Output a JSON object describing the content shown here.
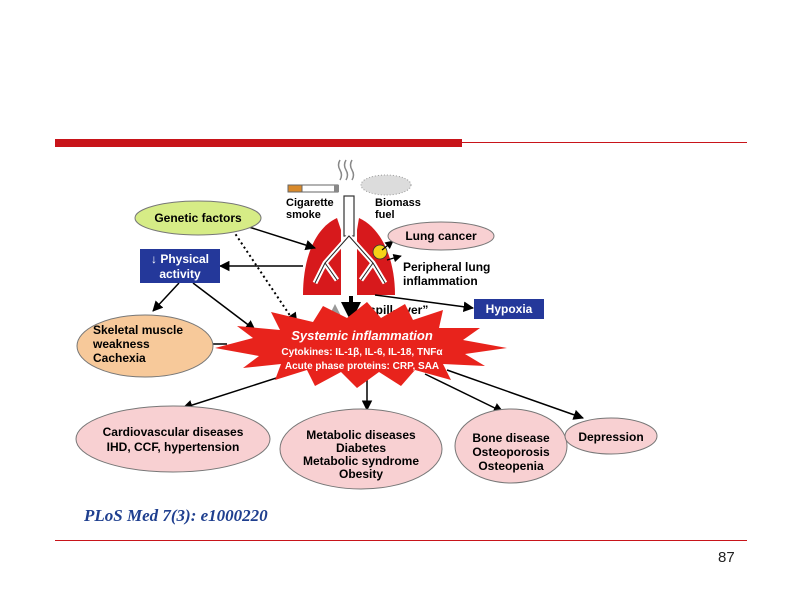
{
  "slide": {
    "citation": "PLoS Med 7(3): e1000220",
    "page_number": "87",
    "accent_color": "#c8141a"
  },
  "diagram": {
    "sources": {
      "cigarette": [
        "Cigarette",
        "smoke"
      ],
      "biomass": [
        "Biomass",
        "fuel"
      ]
    },
    "genetic_factors": "Genetic factors",
    "physical_activity": [
      "↓ Physical",
      "activity"
    ],
    "lung_cancer": "Lung cancer",
    "peripheral": [
      "Peripheral lung",
      "inflammation"
    ],
    "spill_over": "“spill-over”",
    "hypoxia": "Hypoxia",
    "skeletal": [
      "Skeletal muscle",
      "weakness",
      "Cachexia"
    ],
    "systemic": {
      "title": "Systemic inflammation",
      "line1": "Cytokines: IL-1β, IL-6, IL-18, TNFα",
      "line2": "Acute phase proteins: CRP, SAA"
    },
    "outcomes": {
      "cardiovascular": [
        "Cardiovascular diseases",
        "IHD, CCF, hypertension"
      ],
      "metabolic": [
        "Metabolic diseases",
        "Diabetes",
        "Metabolic syndrome",
        "Obesity"
      ],
      "bone": [
        "Bone disease",
        "Osteoporosis",
        "Osteopenia"
      ],
      "depression": "Depression"
    },
    "colors": {
      "green_ellipse": "#d6ec86",
      "pink_ellipse": "#f8d0d2",
      "orange_ellipse": "#f7c99a",
      "blue_box": "#24389a",
      "red": "#e8231c",
      "lung": "#d7191c"
    }
  }
}
